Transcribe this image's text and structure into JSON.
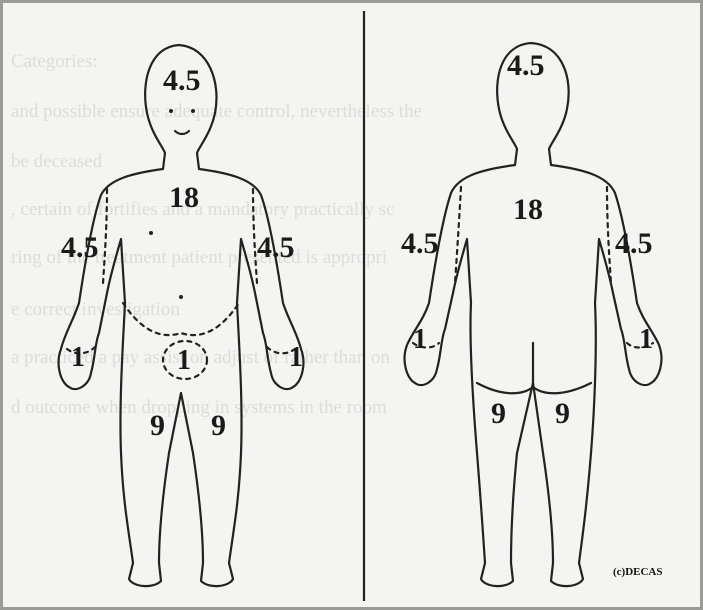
{
  "background_text": [
    "Categories:",
    "and possible ensure adequate control, nevertheless the",
    "be deceased",
    ", certain of fortifies and a mandatory practically sc",
    "ring of the treatment patient presented is appropri",
    "e correct investigation",
    "a practiced a pay assist on adjust of rather than on",
    "d outcome when dropping in systems in the room"
  ],
  "front": {
    "head": "4.5",
    "trunk": "18",
    "arm_right": "4.5",
    "arm_left": "4.5",
    "hand_right": "1",
    "hand_left": "1",
    "genitals": "1",
    "leg_right": "9",
    "leg_left": "9"
  },
  "back": {
    "head": "4.5",
    "trunk": "18",
    "arm_left": "4.5",
    "arm_right": "4.5",
    "hand_left": "1",
    "hand_right": "1",
    "leg_left": "9",
    "leg_right": "9"
  },
  "copyright": "(c)DECAS"
}
